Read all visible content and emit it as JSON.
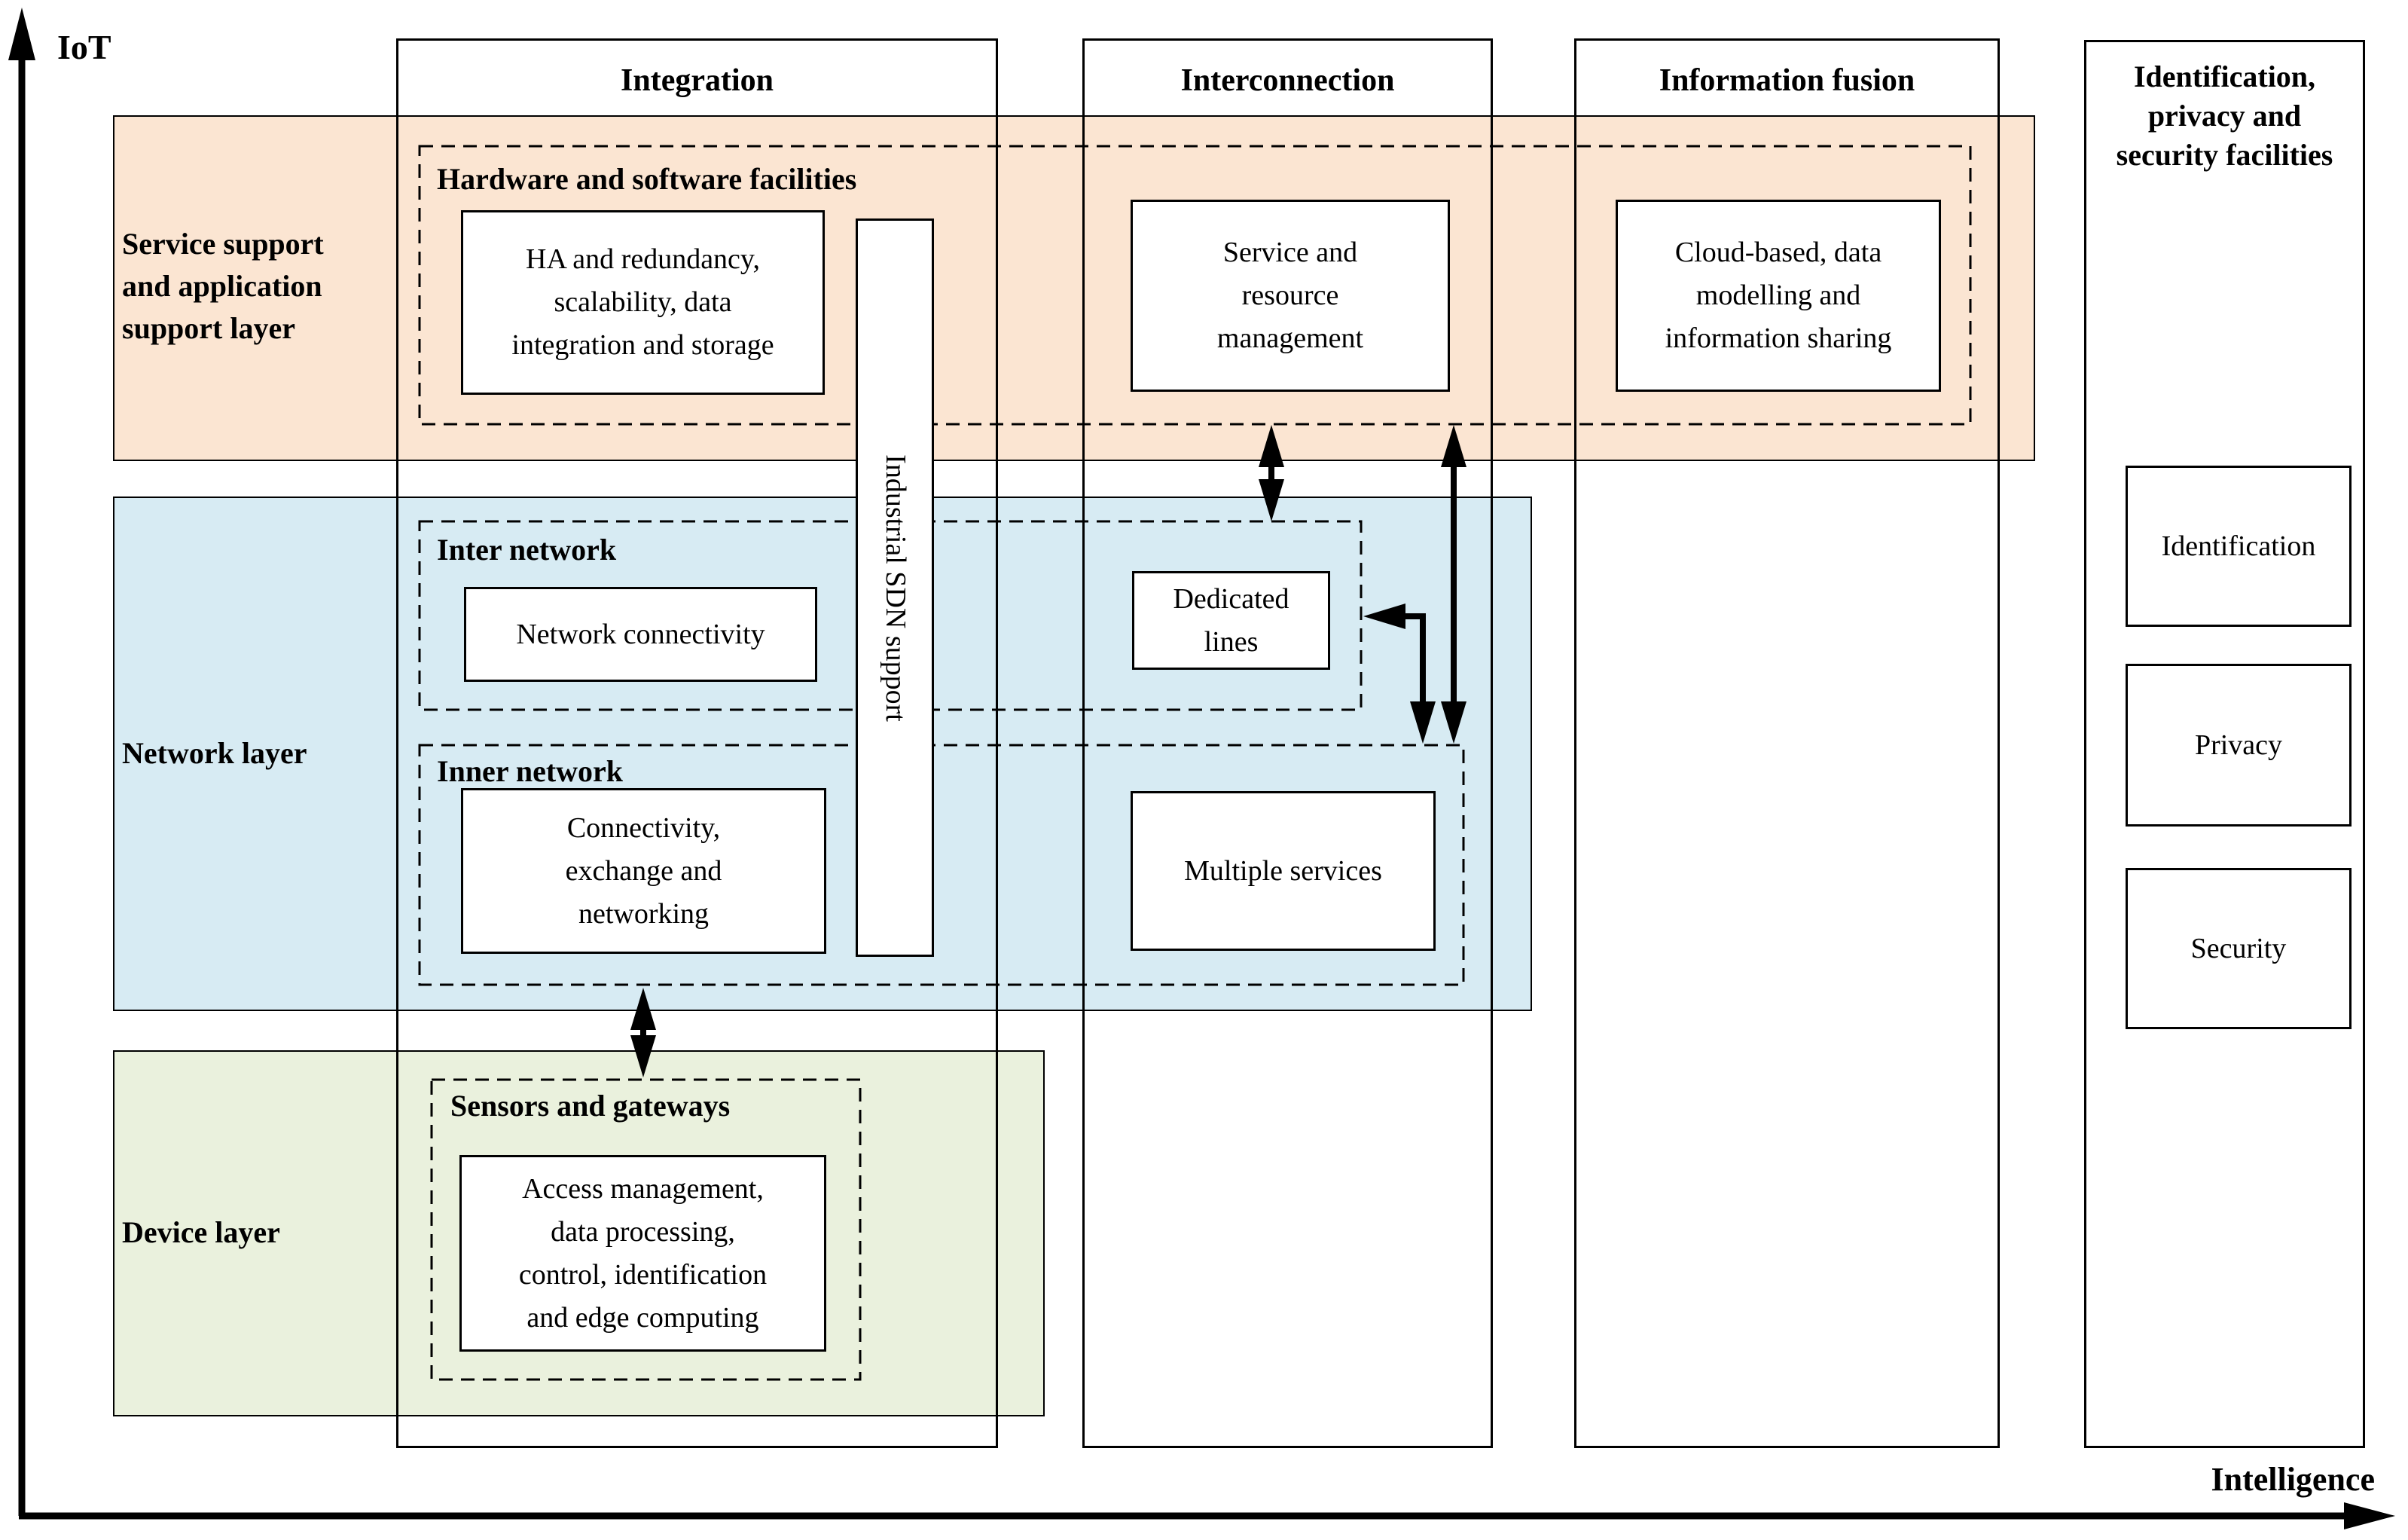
{
  "axes": {
    "y_label": "IoT",
    "x_label": "Intelligence"
  },
  "columns": [
    {
      "label": "Integration"
    },
    {
      "label": "Interconnection"
    },
    {
      "label": "Information fusion"
    },
    {
      "label": "Identification,\nprivacy and\nsecurity facilities"
    }
  ],
  "layers": [
    {
      "label": "Service support\nand application\nsupport layer",
      "color": "#FBE5D2"
    },
    {
      "label": "Network layer",
      "color": "#D7EBF3"
    },
    {
      "label": "Device layer",
      "color": "#EAF1DD"
    }
  ],
  "groups": [
    {
      "label": "Hardware and software facilities"
    },
    {
      "label": "Inter network"
    },
    {
      "label": "Inner network"
    },
    {
      "label": "Sensors and gateways"
    }
  ],
  "boxes": {
    "ha": "HA and redundancy,\nscalability, data\nintegration and storage",
    "sdn": "Industrial SDN support",
    "service_resource": "Service and\nresource\nmanagement",
    "cloud": "Cloud-based, data\nmodelling and\ninformation sharing",
    "network_connectivity": "Network connectivity",
    "dedicated_lines": "Dedicated\nlines",
    "connectivity_exchange": "Connectivity,\nexchange and\nnetworking",
    "multiple_services": "Multiple services",
    "access_mgmt": "Access management,\ndata processing,\ncontrol, identification\nand edge computing",
    "identification": "Identification",
    "privacy": "Privacy",
    "security": "Security"
  }
}
